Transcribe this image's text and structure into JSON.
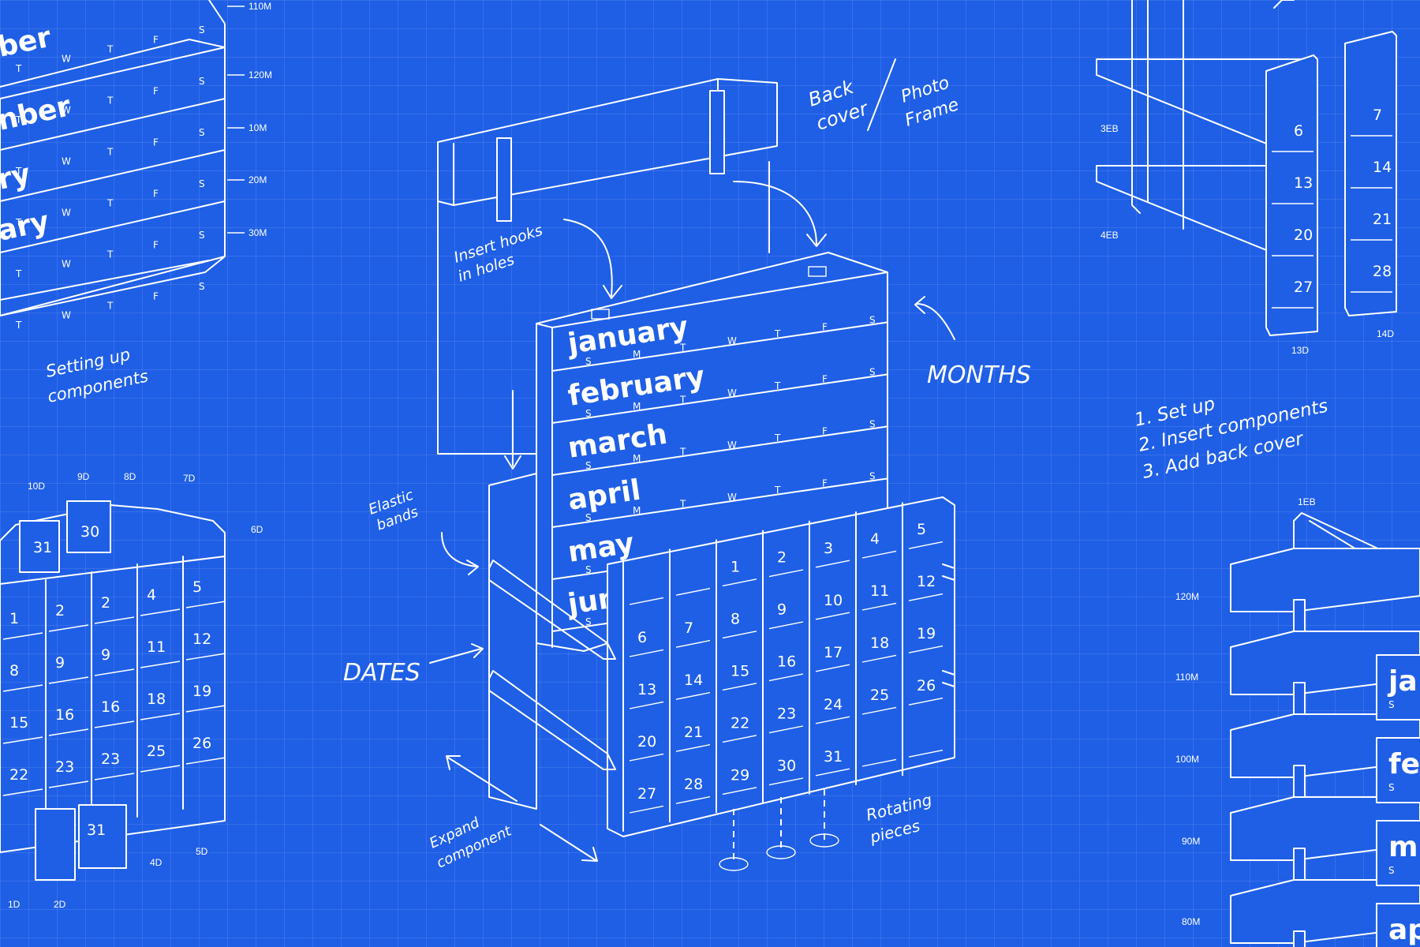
{
  "annotations": {
    "back_cover": "Back cover",
    "photo_frame": "Photo Frame",
    "insert_hooks": "Insert hooks in holes",
    "months": "MONTHS",
    "elastic_bands": "Elastic bands",
    "dates": "DATES",
    "expand_component": "Expand component",
    "rotating_pieces": "Rotating pieces",
    "setting_up": "Setting up components",
    "steps": [
      "1. Set up",
      "2. Insert components",
      "3. Add back cover"
    ]
  },
  "main_calendar": {
    "months": [
      "january",
      "february",
      "march",
      "april",
      "may",
      "jun"
    ],
    "weekdays": [
      "S",
      "M",
      "T",
      "W",
      "T",
      "F",
      "S"
    ],
    "date_columns": [
      [
        "",
        "6",
        "13",
        "20",
        "27"
      ],
      [
        "",
        "7",
        "14",
        "21",
        "28"
      ],
      [
        "1",
        "8",
        "15",
        "22",
        "29"
      ],
      [
        "2",
        "9",
        "16",
        "23",
        "30"
      ],
      [
        "3",
        "10",
        "17",
        "24",
        "31"
      ],
      [
        "4",
        "11",
        "18",
        "25",
        ""
      ],
      [
        "5",
        "12",
        "19",
        "26",
        ""
      ]
    ]
  },
  "left_top_panel": {
    "months": [
      "ber",
      "nber",
      "ry",
      "ary"
    ],
    "weekdays": [
      "T",
      "W",
      "T",
      "F",
      "S"
    ],
    "dimension_labels": [
      "110M",
      "120M",
      "10M",
      "20M",
      "30M"
    ]
  },
  "left_bottom_panel": {
    "top_pieces": [
      "31",
      "30"
    ],
    "loose_pieces": [
      "31"
    ],
    "columns": [
      [
        "1",
        "8",
        "15",
        "22"
      ],
      [
        "2",
        "9",
        "16",
        "23"
      ],
      [
        "2",
        "9",
        "16",
        "23"
      ],
      [
        "4",
        "11",
        "18",
        "25"
      ],
      [
        "5",
        "12",
        "19",
        "26"
      ]
    ],
    "dimension_labels": [
      "10D",
      "9D",
      "8D",
      "7D",
      "6D",
      "1D",
      "2D",
      "4D",
      "5D"
    ]
  },
  "right_top_panel": {
    "column_a": [
      "6",
      "13",
      "20",
      "27"
    ],
    "column_b": [
      "7",
      "14",
      "21",
      "28"
    ],
    "dimension_labels": [
      "3EB",
      "4EB",
      "13D",
      "14D"
    ]
  },
  "right_bottom_panel": {
    "labels": [
      "ja",
      "fe",
      "m",
      "ap"
    ],
    "weekday": "S",
    "dimension_labels": [
      "1EB",
      "120M",
      "110M",
      "100M",
      "90M",
      "80M"
    ]
  },
  "colors": {
    "blueprint": "#1f5fe6",
    "line": "#ffffff"
  }
}
